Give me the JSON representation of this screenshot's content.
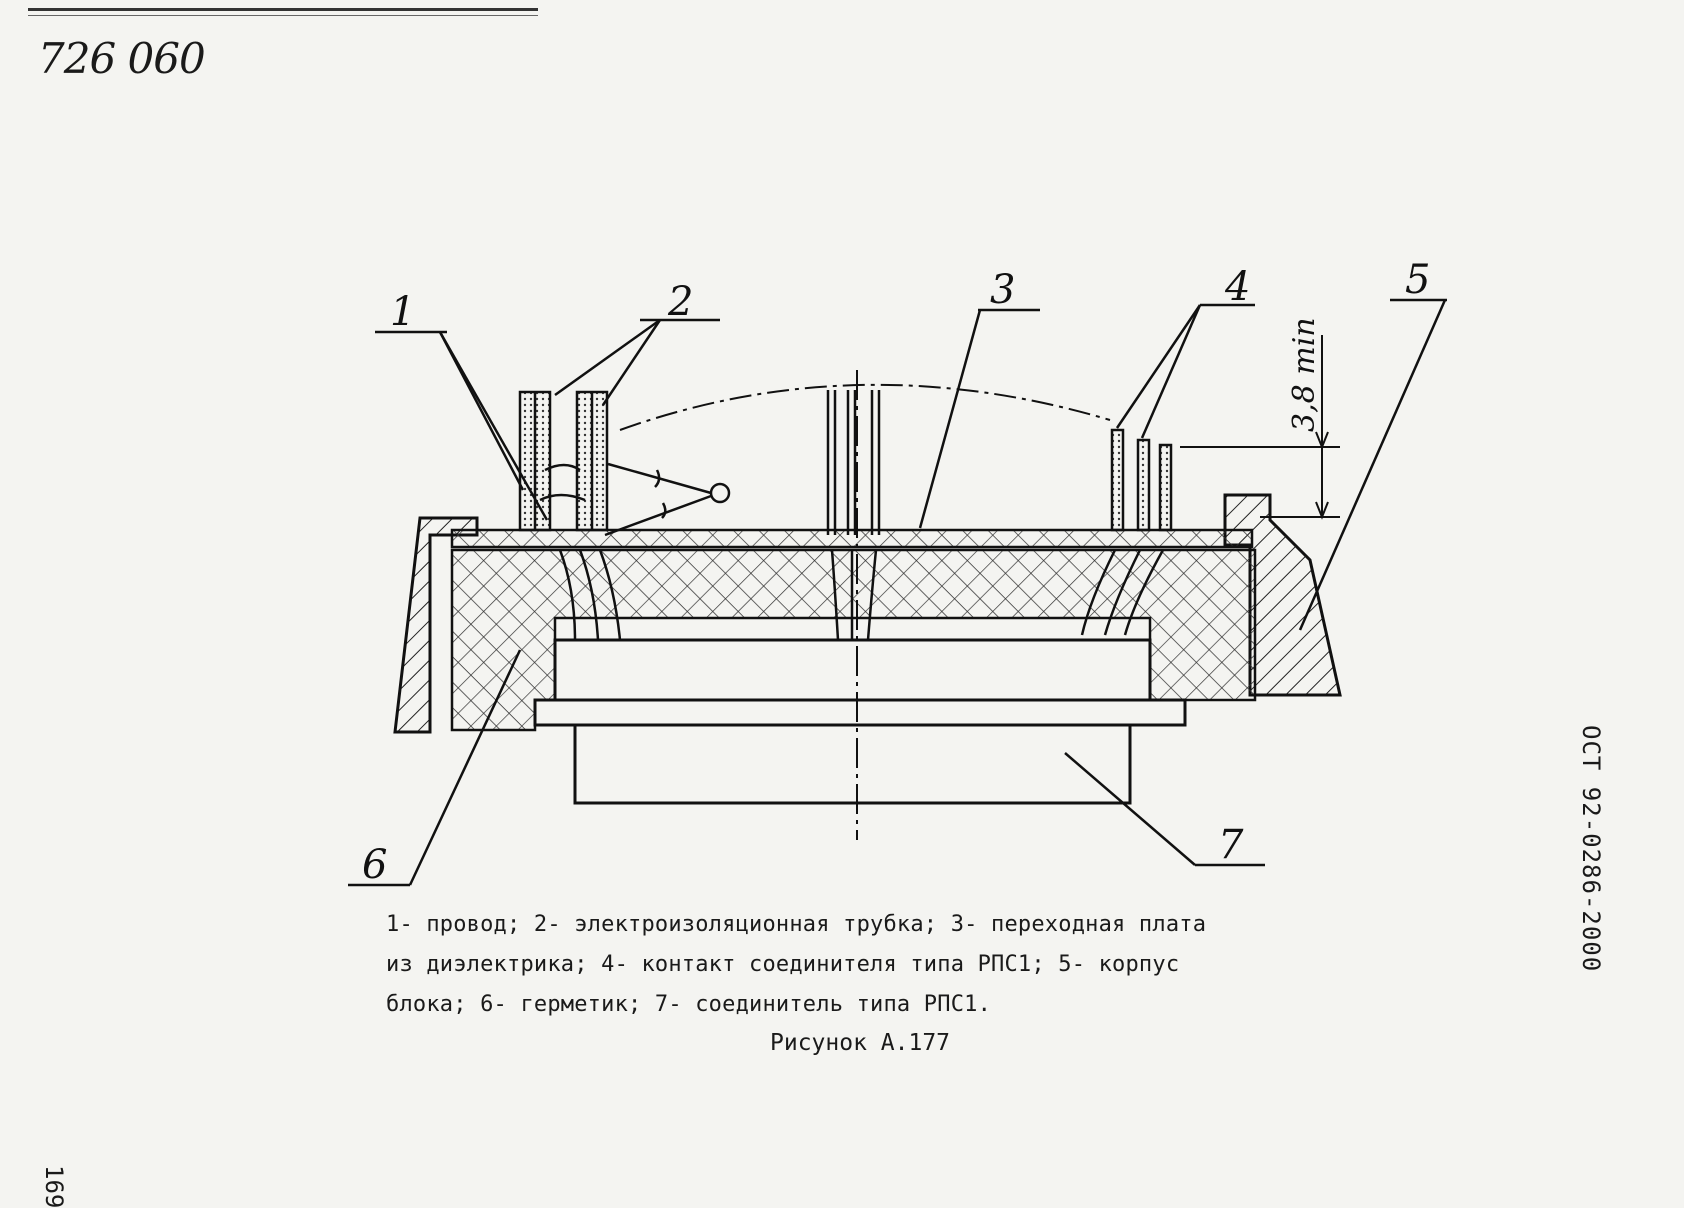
{
  "header": {
    "doc_number": "726 060"
  },
  "diagram": {
    "labels": [
      "1",
      "2",
      "3",
      "4",
      "5",
      "6",
      "7"
    ],
    "dimension": "3,8 min"
  },
  "caption": {
    "line1": "1- провод; 2- электроизоляционная трубка; 3- переходная плата",
    "line2": "из диэлектрика; 4- контакт соединителя типа РПС1; 5- корпус",
    "line3": "блока; 6- герметик; 7- соединитель типа РПС1."
  },
  "figure_title": "Рисунок А.177",
  "side": {
    "standard_code": "ОСТ 92-0286-2000",
    "page_number": "169"
  }
}
